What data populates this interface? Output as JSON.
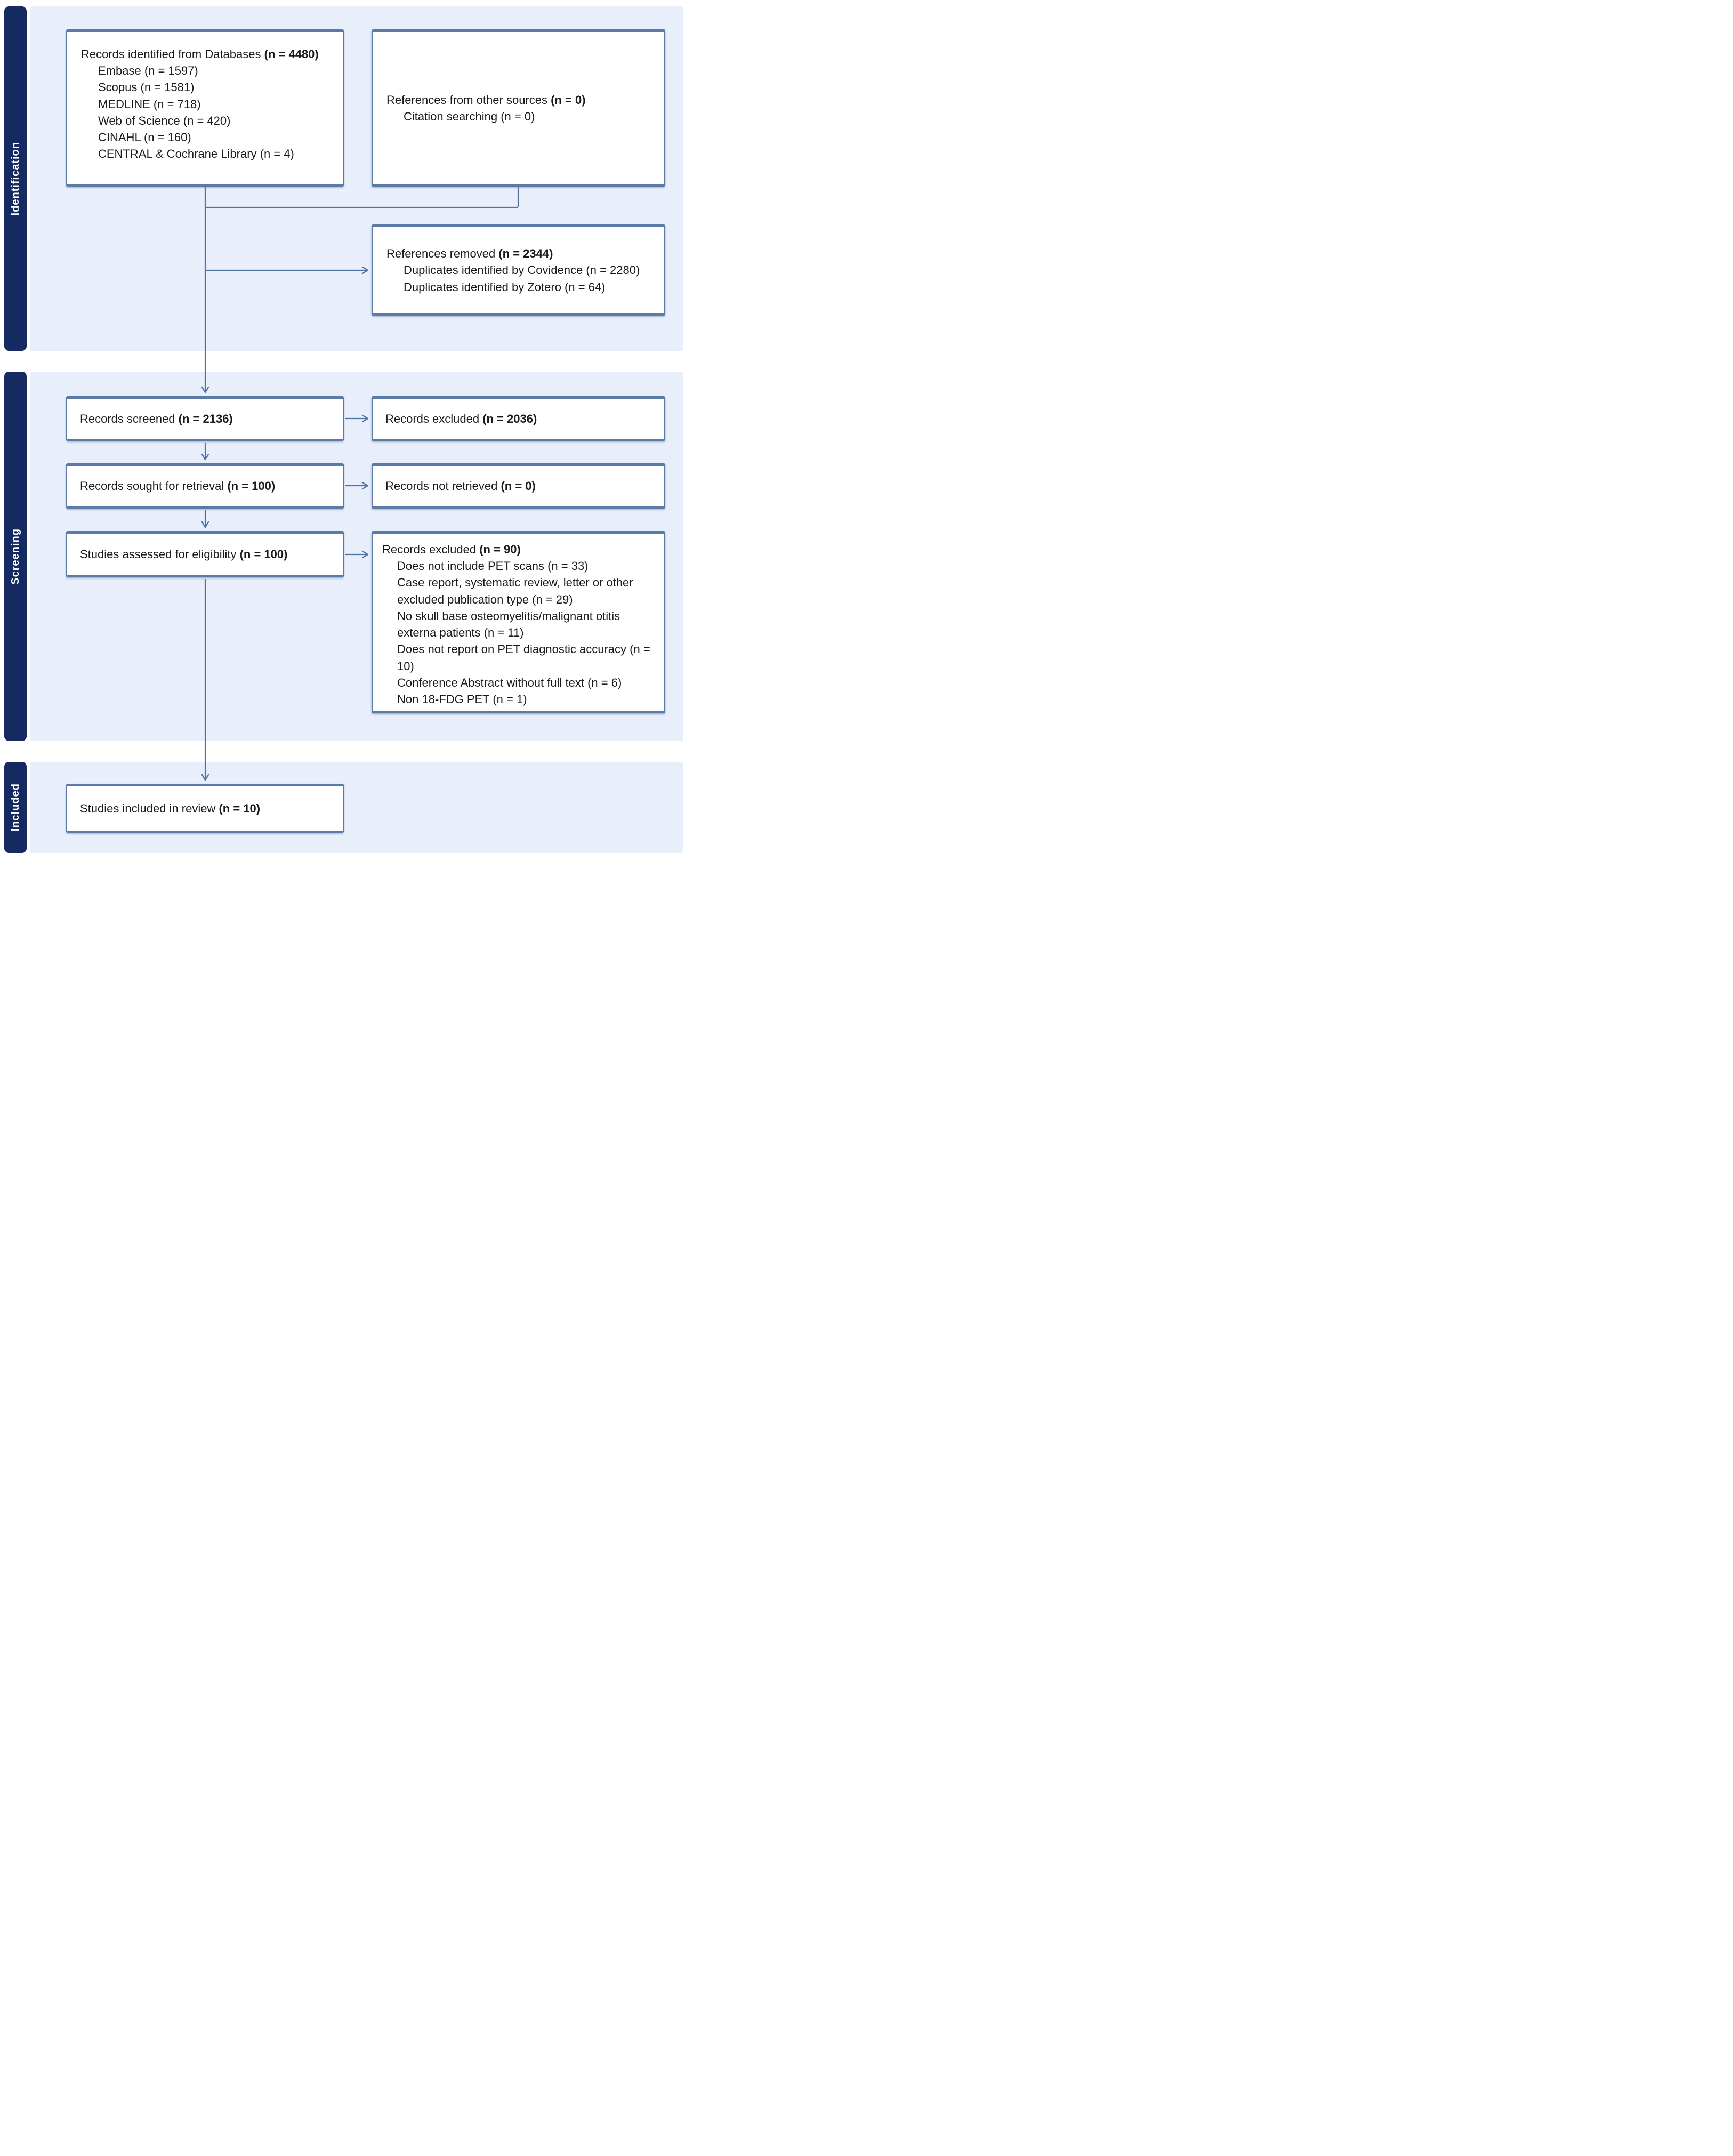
{
  "sidebar": {
    "sections": [
      {
        "label": "Identification"
      },
      {
        "label": "Screening"
      },
      {
        "label": "Included"
      }
    ]
  },
  "boxes": {
    "identified": {
      "label": "Records identified from Databases ",
      "n": "(n = 4480)",
      "items": [
        "Embase (n = 1597)",
        "Scopus (n = 1581)",
        "MEDLINE (n = 718)",
        "Web of Science (n = 420)",
        "CINAHL (n = 160)",
        "CENTRAL & Cochrane Library (n = 4)"
      ]
    },
    "other_sources": {
      "label": "References from other sources ",
      "n": "(n = 0)",
      "items": [
        "Citation searching (n = 0)"
      ]
    },
    "removed": {
      "label": "References removed ",
      "n": "(n = 2344)",
      "items": [
        "Duplicates identified by Covidence (n = 2280)",
        "Duplicates identified by Zotero (n = 64)"
      ]
    },
    "screened": {
      "label": "Records screened ",
      "n": "(n = 2136)"
    },
    "excluded_screen": {
      "label": "Records excluded ",
      "n": "(n = 2036)"
    },
    "sought": {
      "label": "Records sought for retrieval ",
      "n": "(n = 100)"
    },
    "not_retrieved": {
      "label": "Records not retrieved ",
      "n": "(n = 0)"
    },
    "assessed": {
      "label": "Studies assessed for eligibility ",
      "n": "(n = 100)"
    },
    "excluded_eligibility": {
      "label": "Records excluded ",
      "n": "(n = 90)",
      "items": [
        "Does not include PET scans (n = 33)",
        "Case report, systematic review, letter or other excluded publication type (n = 29)",
        "No skull base osteomyelitis/malignant otitis externa patients (n = 11)",
        "Does not report on PET diagnostic accuracy (n = 10)",
        "Conference Abstract without full text (n = 6)",
        "Non 18-FDG PET (n = 1)"
      ]
    },
    "included": {
      "label": "Studies included in review ",
      "n": "(n = 10)"
    }
  },
  "colors": {
    "sidebar_navy": "#152a60",
    "band_blue": "#e9eefb",
    "box_border": "#5b7aa5",
    "arrow": "#4d72a3",
    "text": "#1a1a1a"
  }
}
